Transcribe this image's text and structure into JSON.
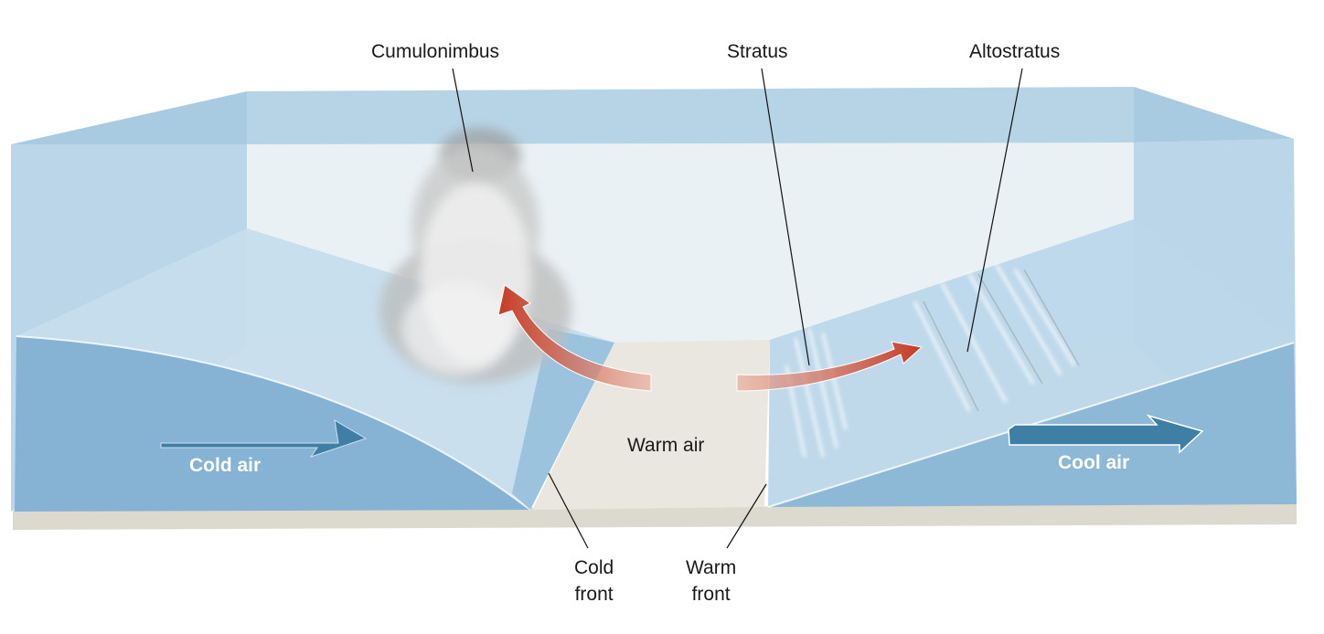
{
  "title": "Cold and warm fronts",
  "labels": {
    "cumulonimbus": "Cumulonimbus",
    "stratus": "Stratus",
    "altostratus": "Altostratus",
    "warm_air": "Warm air",
    "cold_air": "Cold air",
    "cool_air": "Cool air",
    "cold_front_line1": "Cold",
    "cold_front_line2": "front",
    "warm_front_line1": "Warm",
    "warm_front_line2": "front"
  },
  "colors": {
    "air_blue": "#8fb8d6",
    "air_blue_dark": "#7eaed0",
    "wall_light": "#e9f1f5",
    "ground": "#e4e2da",
    "warm_arrow": "#c8402a",
    "cold_arrow": "#3f7fa6"
  }
}
